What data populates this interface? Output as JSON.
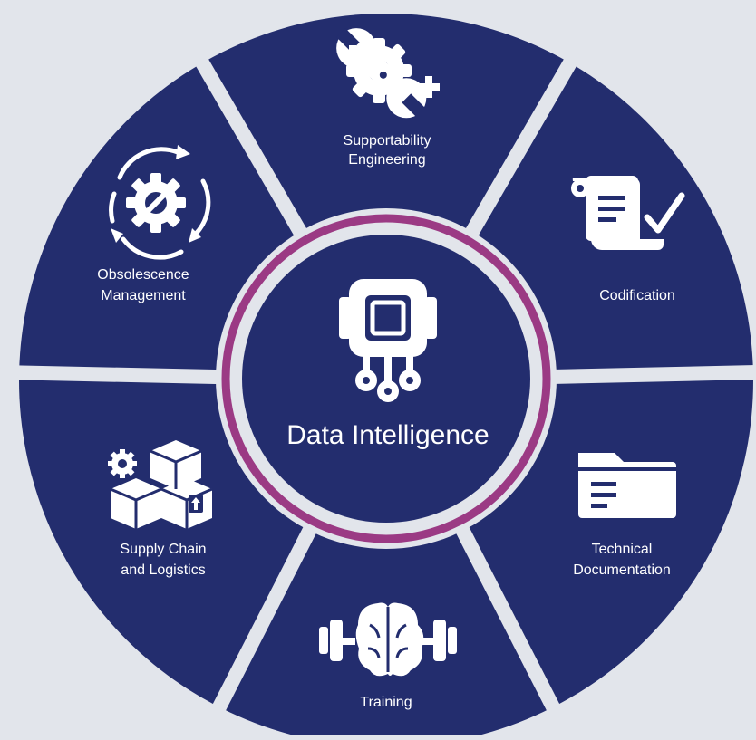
{
  "colors": {
    "background": "#e2e5eb",
    "segment": "#232d6e",
    "ring": "#9b3a84",
    "icon": "#ffffff"
  },
  "center": {
    "title": "Data Intelligence",
    "icon": "chip-icon"
  },
  "segments": [
    {
      "id": "supportability",
      "lines": [
        "Supportability",
        "Engineering"
      ],
      "icon": "wrench-gear-icon"
    },
    {
      "id": "codification",
      "lines": [
        "Codification"
      ],
      "icon": "document-check-icon"
    },
    {
      "id": "technical-doc",
      "lines": [
        "Technical",
        "Documentation"
      ],
      "icon": "folder-icon"
    },
    {
      "id": "training",
      "lines": [
        "Training"
      ],
      "icon": "brain-dumbbell-icon"
    },
    {
      "id": "supply-chain",
      "lines": [
        "Supply Chain",
        "and Logistics"
      ],
      "icon": "boxes-icon"
    },
    {
      "id": "obsolescence",
      "lines": [
        "Obsolescence",
        "Management"
      ],
      "icon": "gear-cycle-icon"
    }
  ]
}
